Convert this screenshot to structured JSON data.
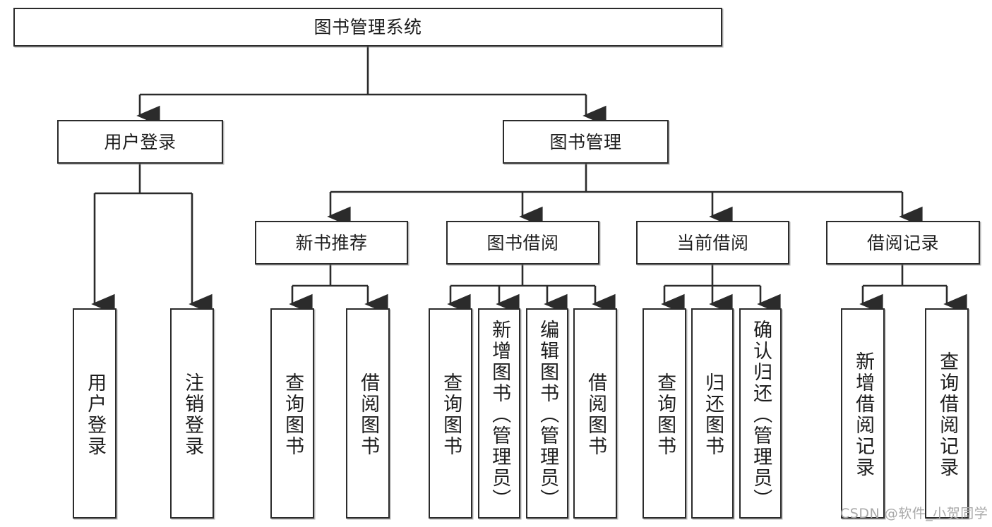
{
  "diagram": {
    "title": "图书管理系统",
    "type": "tree-hierarchy-chart",
    "root": {
      "label": "图书管理系统"
    },
    "level2": [
      {
        "label": "用户登录"
      },
      {
        "label": "图书管理"
      }
    ],
    "level3": [
      {
        "label": "新书推荐"
      },
      {
        "label": "图书借阅"
      },
      {
        "label": "当前借阅"
      },
      {
        "label": "借阅记录"
      }
    ],
    "leaves": {
      "user_login": [
        {
          "label": "用户登录"
        },
        {
          "label": "注销登录"
        }
      ],
      "new_book_recommend": [
        {
          "label": "查询图书"
        },
        {
          "label": "借阅图书"
        }
      ],
      "book_borrow": [
        {
          "label": "查询图书"
        },
        {
          "label": "新增图书（管理员）"
        },
        {
          "label": "编辑图书（管理员）"
        },
        {
          "label": "借阅图书"
        }
      ],
      "current_borrow": [
        {
          "label": "查询图书"
        },
        {
          "label": "归还图书"
        },
        {
          "label": "确认归还（管理员）"
        }
      ],
      "borrow_record": [
        {
          "label": "新增借阅记录"
        },
        {
          "label": "查询借阅记录"
        }
      ]
    }
  },
  "watermark": {
    "text": "CSDN @软件_小贺同学"
  },
  "colors": {
    "stroke": "#2b2b2b",
    "fill": "#ffffff",
    "text": "#1d1d1d",
    "watermark": "#a8a8a8"
  }
}
